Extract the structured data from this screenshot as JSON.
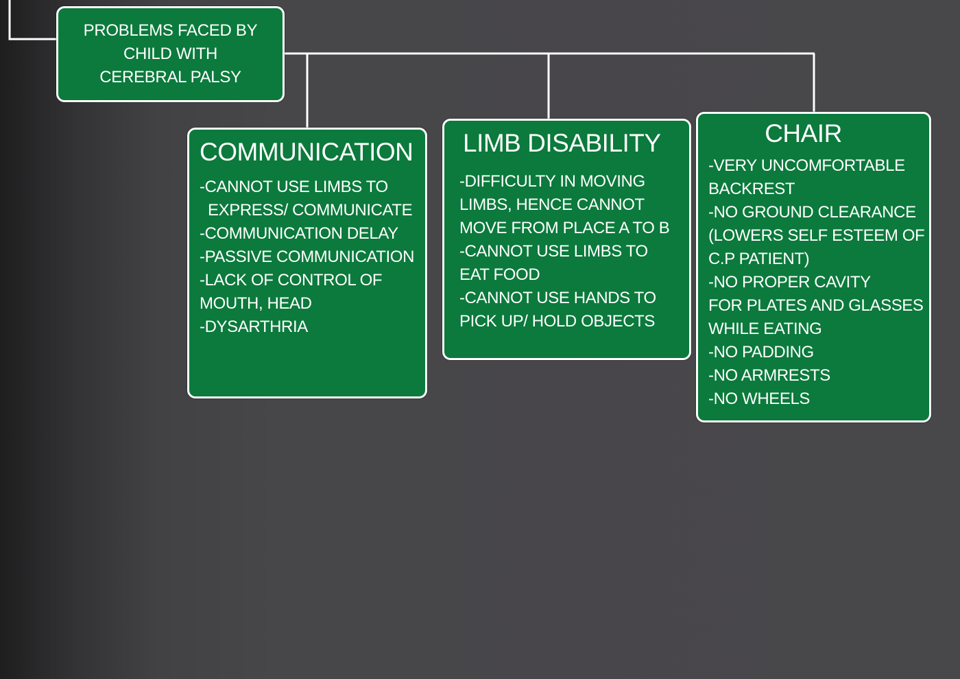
{
  "root": {
    "lines": [
      "PROBLEMS FACED BY",
      "CHILD WITH",
      "CEREBRAL PALSY"
    ]
  },
  "categories": [
    {
      "title": "COMMUNICATION",
      "items": [
        "-CANNOT USE LIMBS TO",
        "EXPRESS/ COMMUNICATE",
        "-COMMUNICATION DELAY",
        "-PASSIVE COMMUNICATION",
        "-LACK OF CONTROL OF",
        "MOUTH, HEAD",
        "-DYSARTHRIA"
      ]
    },
    {
      "title": "LIMB DISABILITY",
      "items": [
        "-DIFFICULTY IN MOVING",
        "LIMBS, HENCE CANNOT",
        "MOVE FROM PLACE A TO B",
        "-CANNOT USE LIMBS TO",
        "EAT FOOD",
        "-CANNOT USE HANDS TO",
        "PICK UP/ HOLD OBJECTS"
      ]
    },
    {
      "title": "CHAIR",
      "items": [
        "-VERY UNCOMFORTABLE",
        "BACKREST",
        "-NO GROUND CLEARANCE",
        "(LOWERS SELF ESTEEM OF",
        "C.P PATIENT)",
        "-NO PROPER CAVITY",
        "FOR PLATES AND GLASSES",
        "WHILE EATING",
        "-NO PADDING",
        "-NO ARMRESTS",
        "-NO WHEELS"
      ]
    }
  ],
  "colors": {
    "box_fill": "#0b7a3c",
    "box_border": "#ffffff",
    "connector": "#ffffff",
    "background": "#48474a"
  }
}
